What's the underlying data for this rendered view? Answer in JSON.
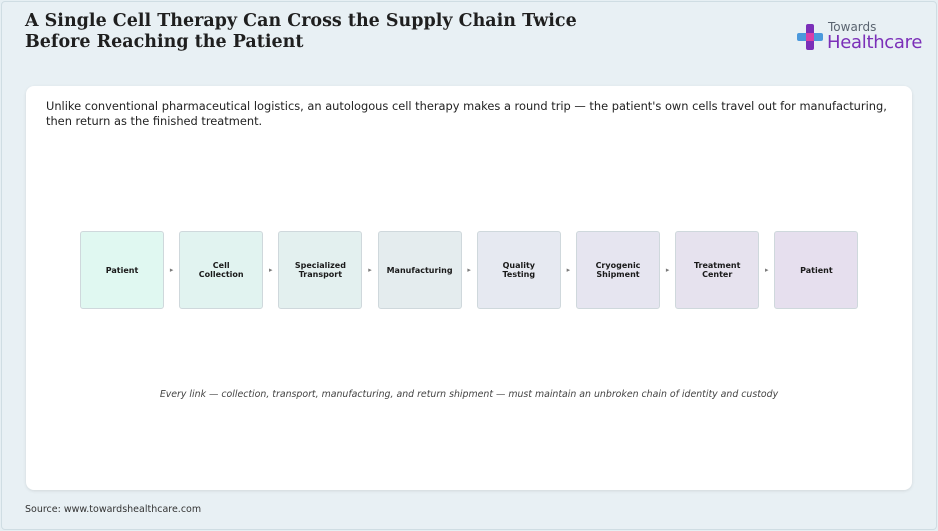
{
  "header": {
    "title": "A Single Cell Therapy Can Cross the Supply Chain Twice Before Reaching the Patient"
  },
  "logo": {
    "line1": "Towards",
    "line2": "Healthcare",
    "icon": "cross-icon",
    "colors": {
      "purple": "#7b2fb8",
      "blue": "#3a8fd9",
      "pink": "#d83fa8"
    }
  },
  "panel": {
    "intro": "Unlike conventional pharmaceutical logistics, an autologous cell therapy makes a round trip — the patient's own cells travel out for manufacturing, then return as the finished treatment.",
    "footnote": "Every link — collection, transport, manufacturing, and return shipment — must maintain an unbroken chain of identity and custody"
  },
  "flow": {
    "steps": [
      {
        "label": "Patient",
        "color": "#e0f8f1"
      },
      {
        "label": "Cell\nCollection",
        "color": "#e1f3f0"
      },
      {
        "label": "Specialized\nTransport",
        "color": "#e3f0ef"
      },
      {
        "label": "Manufacturing",
        "color": "#e4ecee"
      },
      {
        "label": "Quality\nTesting",
        "color": "#e6e9f1"
      },
      {
        "label": "Cryogenic\nShipment",
        "color": "#e6e5f0"
      },
      {
        "label": "Treatment\nCenter",
        "color": "#e6e2ee"
      },
      {
        "label": "Patient",
        "color": "#e6dfee"
      }
    ],
    "arrow_glyph": "▸",
    "arrow_color": "#7a7a7a"
  },
  "source": "Source: www.towardshealthcare.com"
}
